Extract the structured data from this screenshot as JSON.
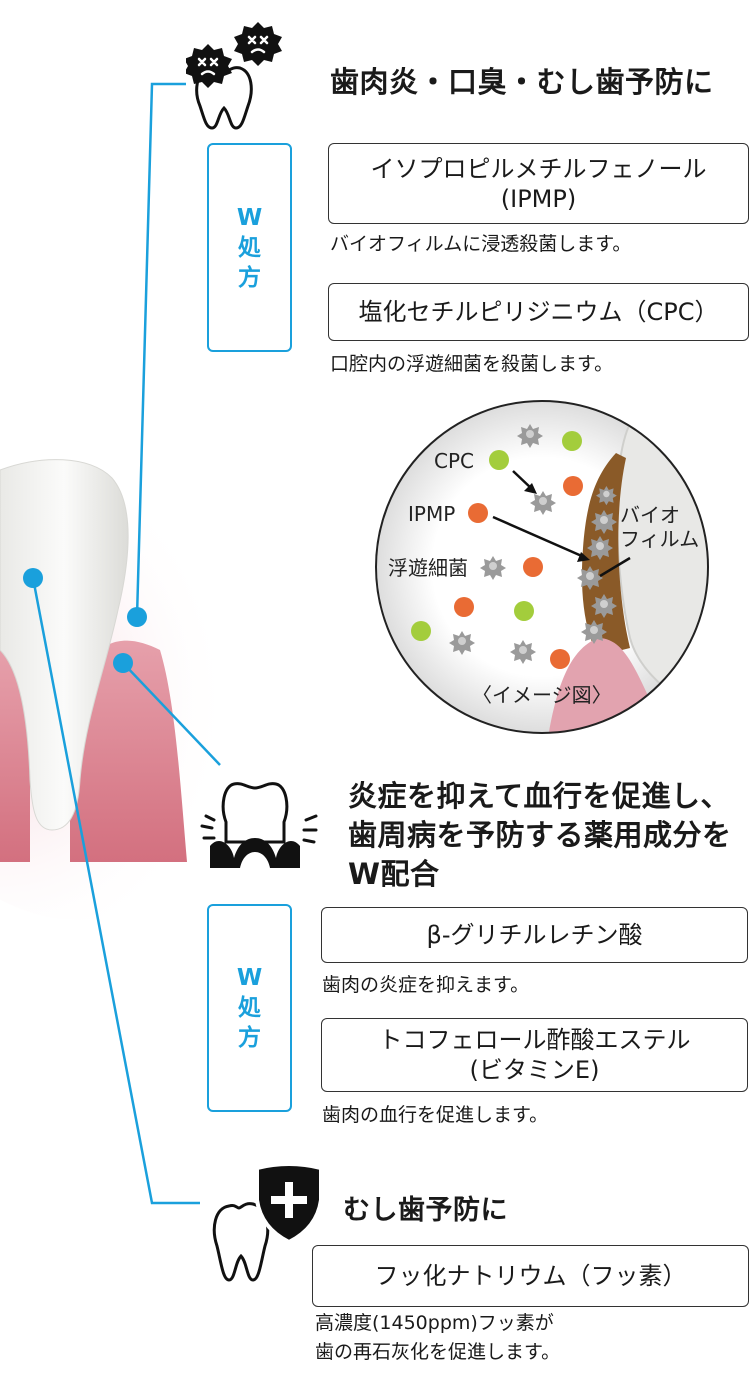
{
  "section1": {
    "heading": "歯肉炎・口臭・むし歯予防に",
    "w_badge": [
      "W",
      "処",
      "方"
    ],
    "ingredient1": {
      "line1": "イソプロピルメチルフェノール",
      "line2": "(IPMP)",
      "desc": "バイオフィルムに浸透殺菌します。"
    },
    "ingredient2": {
      "line1": "塩化セチルピリジニウム（CPC）",
      "desc": "口腔内の浮遊細菌を殺菌します。"
    }
  },
  "circle": {
    "cpc": "CPC",
    "ipmp": "IPMP",
    "floating": "浮遊細菌",
    "biofilm_line1": "バイオ",
    "biofilm_line2": "フィルム",
    "caption": "〈イメージ図〉"
  },
  "section2": {
    "heading_line1": "炎症を抑えて血行を促進し、",
    "heading_line2": "歯周病を予防する薬用成分を",
    "heading_line3": "W配合",
    "w_badge": [
      "W",
      "処",
      "方"
    ],
    "ingredient1": {
      "line1": "β-グリチルレチン酸",
      "desc": "歯肉の炎症を抑えます。"
    },
    "ingredient2": {
      "line1": "トコフェロール酢酸エステル",
      "line2": "(ビタミンE)",
      "desc": "歯肉の血行を促進します。"
    }
  },
  "section3": {
    "heading": "むし歯予防に",
    "ingredient1": {
      "line1": "フッ化ナトリウム（フッ素）"
    },
    "desc_line1": "高濃度(1450ppm)フッ素が",
    "desc_line2": "歯の再石灰化を促進します。"
  },
  "colors": {
    "accent": "#1aa0dc",
    "gum": "#d97d8c",
    "tooth": "#f4f4f2",
    "biofilm": "#8a5a28",
    "orange": "#e96b34",
    "green": "#a3cd3c"
  },
  "icons": [
    "sick-germ-tooth-icon",
    "inflamed-tooth-icon",
    "shield-tooth-icon",
    "gray-germ-icon"
  ]
}
